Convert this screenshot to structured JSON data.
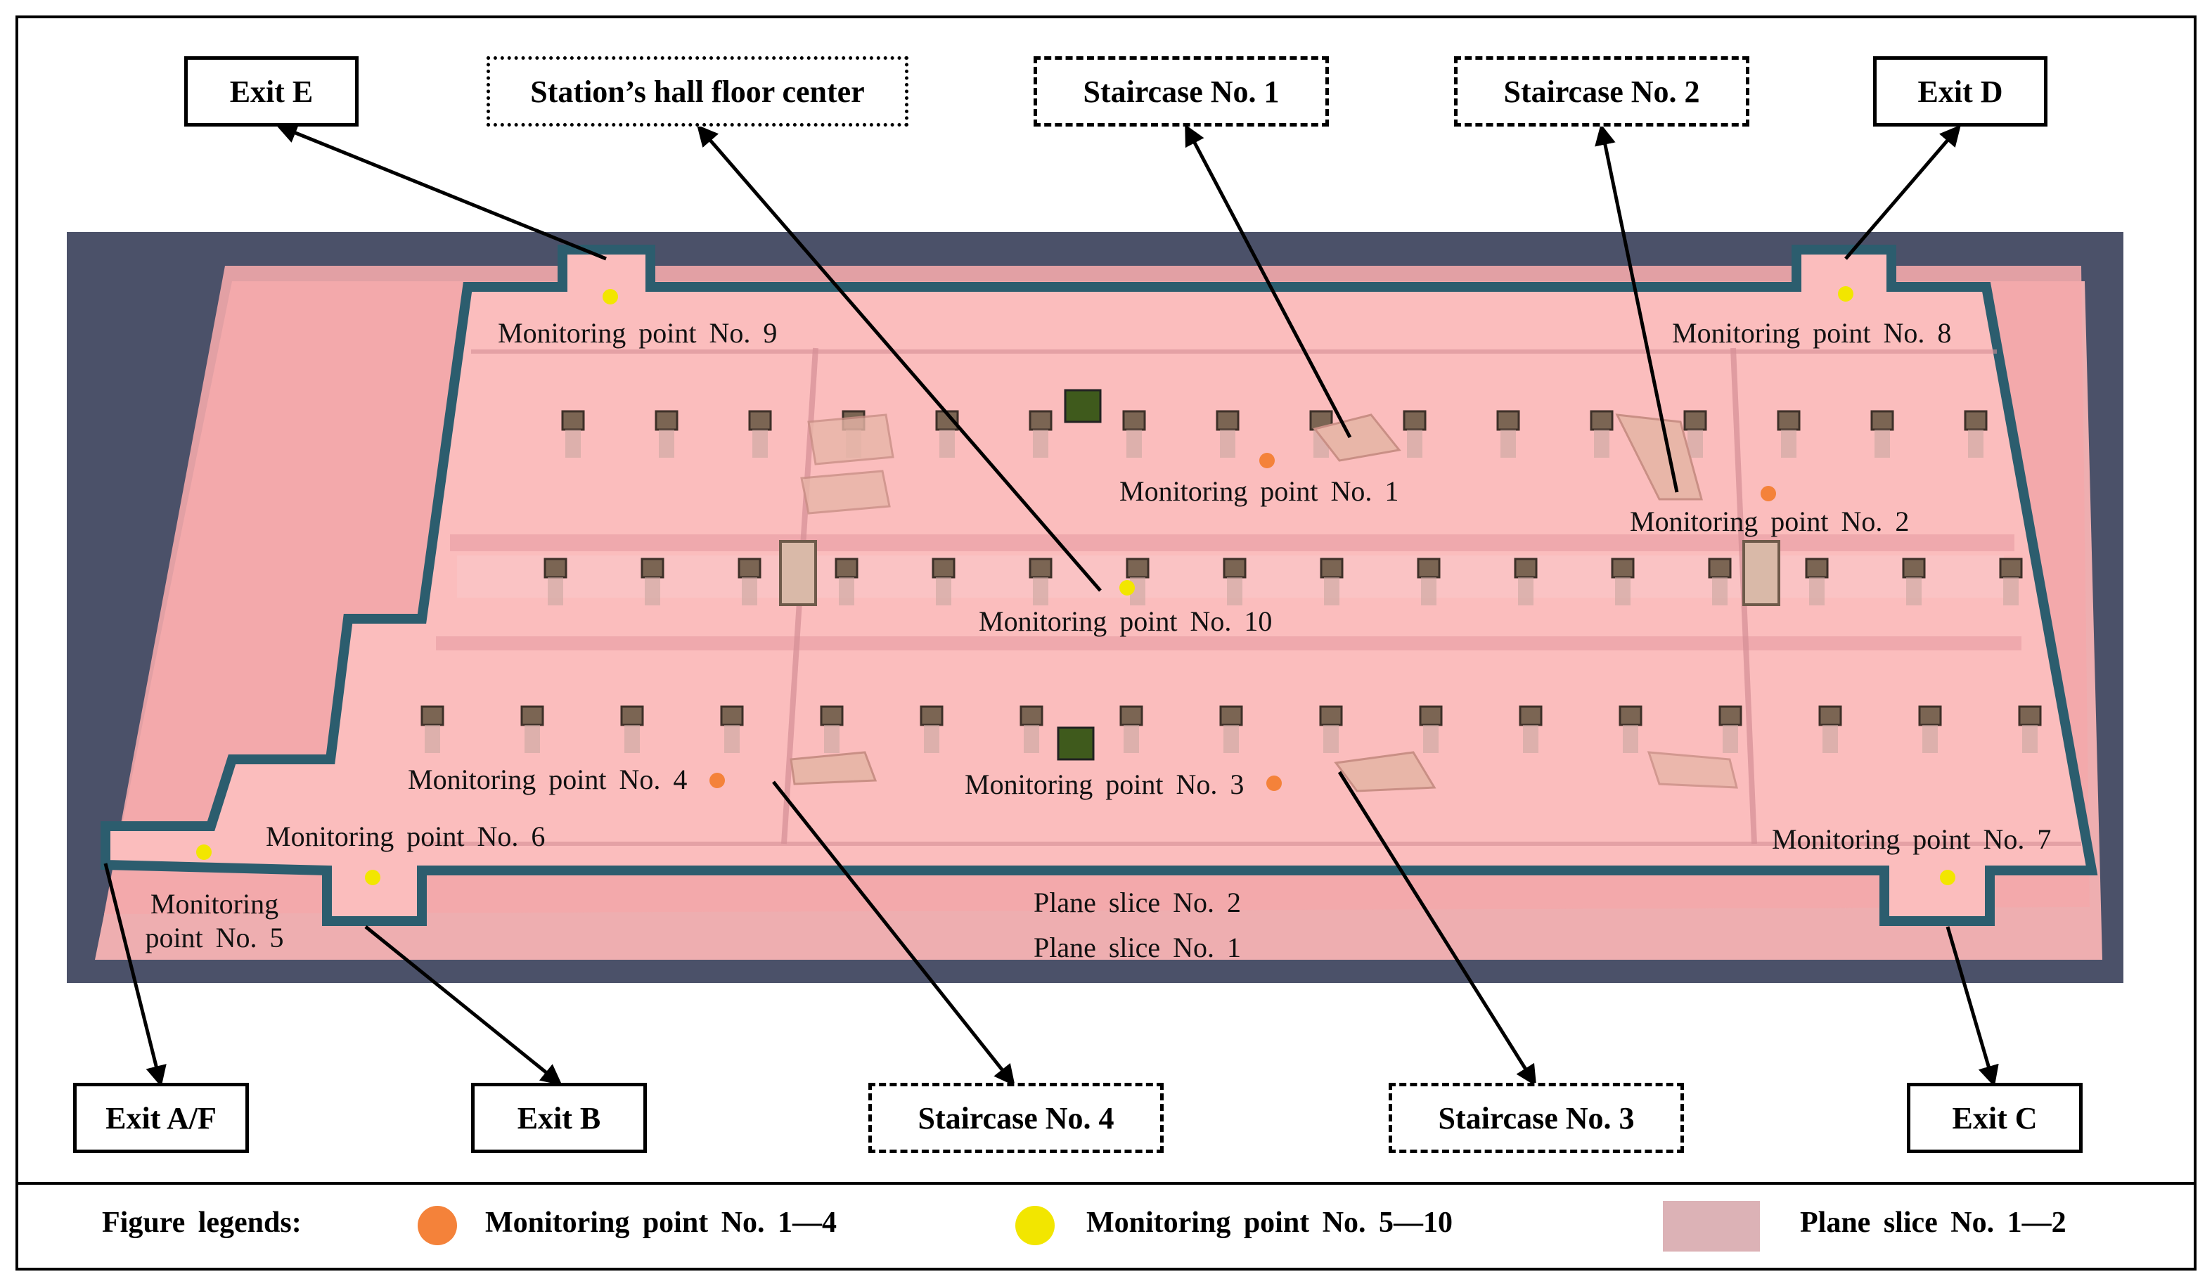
{
  "exits": {
    "e": "Exit E",
    "d": "Exit D",
    "af": "Exit A/F",
    "b": "Exit B",
    "c": "Exit C"
  },
  "callouts": {
    "hall_center": "Station’s hall floor center",
    "staircase_1": "Staircase No. 1",
    "staircase_2": "Staircase No. 2",
    "staircase_3": "Staircase No. 3",
    "staircase_4": "Staircase No. 4"
  },
  "monitoring_points": {
    "mp1": "Monitoring point No. 1",
    "mp2": "Monitoring point No. 2",
    "mp3": "Monitoring point No. 3",
    "mp4": "Monitoring point No. 4",
    "mp5_line1": "Monitoring",
    "mp5_line2": "point No. 5",
    "mp6": "Monitoring point No. 6",
    "mp7": "Monitoring point No. 7",
    "mp8": "Monitoring point No. 8",
    "mp9": "Monitoring point No. 9",
    "mp10": "Monitoring point No. 10"
  },
  "plane_slices": {
    "slice_2": "Plane slice No. 2",
    "slice_1": "Plane slice No. 1"
  },
  "legend": {
    "title": "Figure legends:",
    "orange_label": "Monitoring point No. 1—4",
    "yellow_label": "Monitoring point No. 5—10",
    "slice_label": "Plane slice No. 1—2"
  },
  "colors": {
    "background_dark": "#4b5169",
    "floor_pink": "#f7b3b4",
    "wall_teal": "#2c5d6e",
    "orange_point": "#f4823a",
    "yellow_point": "#f2e600",
    "legend_swatch": "#dcb2b6",
    "column_brown": "#6e5a4a"
  }
}
